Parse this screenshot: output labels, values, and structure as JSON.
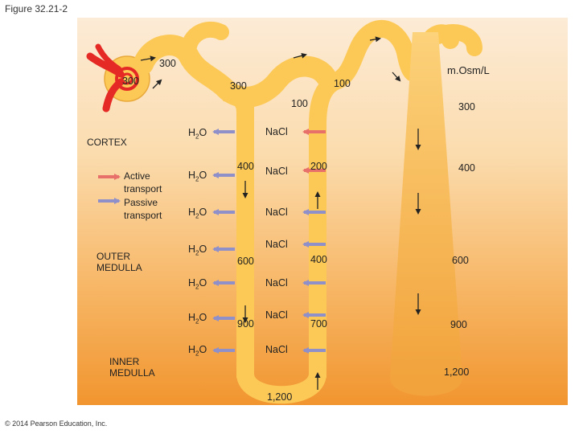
{
  "figure_title": "Figure 32.21-2",
  "copyright": "© 2014 Pearson Education, Inc.",
  "units_label": "m.Osm/L",
  "regions": {
    "cortex": "CORTEX",
    "outer_medulla_1": "OUTER",
    "outer_medulla_2": "MEDULLA",
    "inner_medulla_1": "INNER",
    "inner_medulla_2": "MEDULLA"
  },
  "legend": {
    "active": [
      "Active",
      "transport"
    ],
    "passive": [
      "Passive",
      "transport"
    ]
  },
  "values": {
    "glomerulus": "300",
    "proximal": "300",
    "loop_top": "300",
    "distal_a": "100",
    "distal_b": "100",
    "collecting_top": "300",
    "desc_400": "400",
    "asc_200": "200",
    "coll_400": "400",
    "desc_600": "600",
    "asc_400": "400",
    "coll_600": "600",
    "desc_900": "900",
    "asc_700": "700",
    "coll_900": "900",
    "coll_1200": "1,200",
    "bottom_1200": "1,200"
  },
  "labels": {
    "water_main": "H",
    "water_sub": "2",
    "water_tail": "O",
    "salt": "NaCl"
  },
  "colors": {
    "interstitial_light": "#fbe4c2",
    "interstitial_dark": "#f39a3c",
    "tubule": "#fcc957",
    "tubule_outline": "#e9a93a",
    "active_arrow": "#e8706a",
    "passive_arrow": "#8f8fc9",
    "vessel": "#e52a25"
  }
}
